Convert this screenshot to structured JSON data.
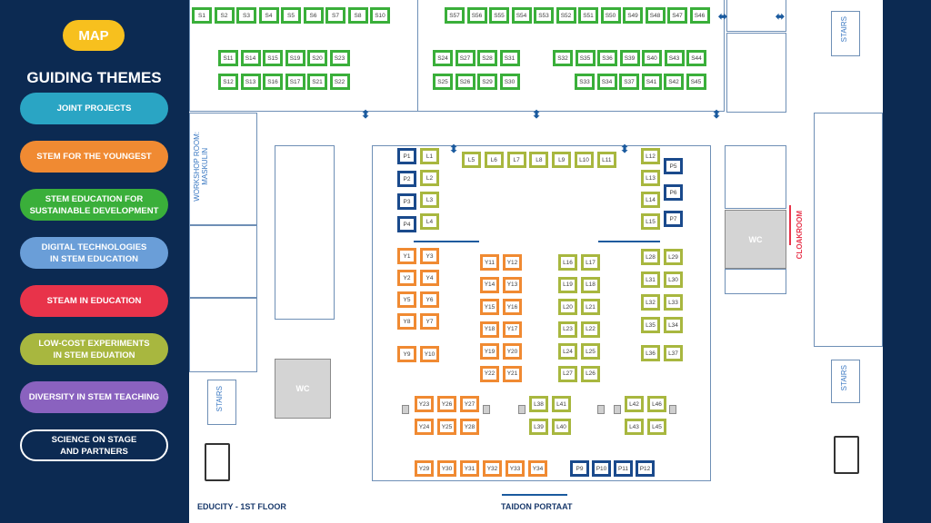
{
  "sidebar": {
    "map_label": "MAP",
    "themes_title": "GUIDING THEMES",
    "themes": [
      {
        "label": "JOINT PROJECTS",
        "color": "#2aa5c4"
      },
      {
        "label": "STEM FOR THE YOUNGEST",
        "color": "#f08a32"
      },
      {
        "label": "STEM EDUCATION FOR\nSUSTAINABLE DEVELOPMENT",
        "color": "#3aaf3a"
      },
      {
        "label": "DIGITAL TECHNOLOGIES\nIN STEM EDUCATION",
        "color": "#6a9ed8"
      },
      {
        "label": "STEAM IN EDUCATION",
        "color": "#e8334a"
      },
      {
        "label": "LOW-COST EXPERIMENTS\nIN STEM EDUATION",
        "color": "#a8b73f"
      },
      {
        "label": "DIVERSITY IN STEM TEACHING",
        "color": "#8a62bf"
      },
      {
        "label": "SCIENCE ON STAGE\nAND PARTNERS",
        "color": "#0c2a52"
      }
    ]
  },
  "map": {
    "workshop_room": "WORKSHOP ROOM:\nMASKULIN",
    "stairs": "STAIRS",
    "wc": "WC",
    "cloakroom": "CLOAKROOM",
    "floor_label": "EDUCITY - 1ST FLOOR",
    "entrance_label": "TAIDON PORTAAT"
  }
}
